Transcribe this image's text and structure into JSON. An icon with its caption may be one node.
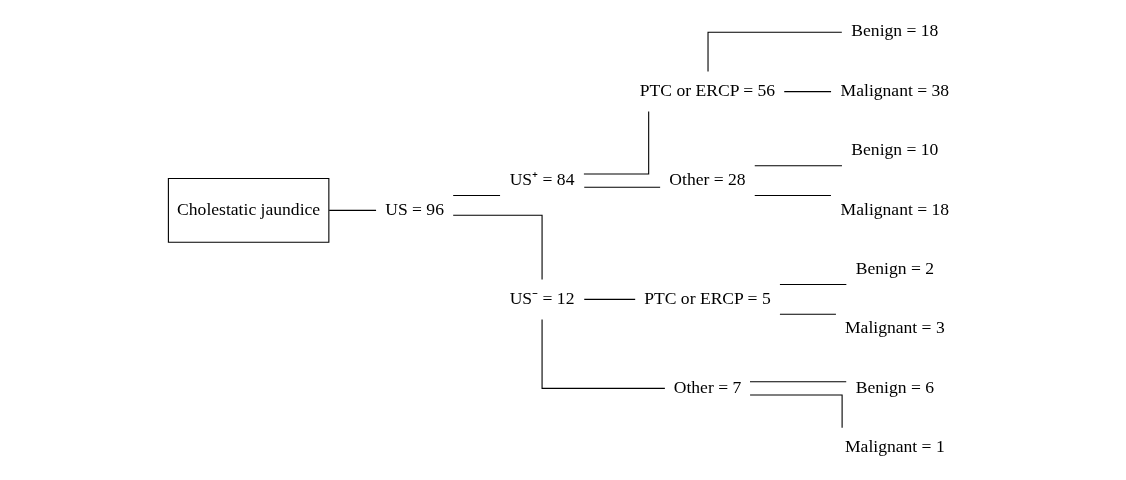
{
  "diagram": {
    "nodes": [
      {
        "text": [
          "Cholestatic jaundice"
        ]
      },
      {
        "text": [
          "US = 96"
        ]
      },
      {
        "text": [
          "US⁺ = 84"
        ]
      },
      {
        "text": [
          "US⁻ = 12"
        ]
      },
      {
        "text": [
          "PTC or ERCP = 56"
        ]
      },
      {
        "text": [
          "Other = 28"
        ]
      },
      {
        "text": [
          "PTC or ERCP = 5"
        ]
      },
      {
        "text": [
          "Other = 7"
        ]
      },
      {
        "text": [
          "Benign = 18"
        ]
      },
      {
        "text": [
          "Malignant = 38"
        ]
      },
      {
        "text": [
          "Benign = 10"
        ]
      },
      {
        "text": [
          "Malignant = 18"
        ]
      },
      {
        "text": [
          "Benign = 2"
        ]
      },
      {
        "text": [
          "Malignant = 3"
        ]
      },
      {
        "text": [
          "Benign = 6"
        ]
      },
      {
        "text": [
          "Malignant = 1"
        ]
      }
    ],
    "edges": [
      {
        "from": 0,
        "to": 1,
        "arrow": "none"
      },
      {
        "from": 1,
        "to": 2,
        "arrow": "none"
      },
      {
        "from": 1,
        "to": 3,
        "arrow": "none"
      },
      {
        "from": 2,
        "to": 4,
        "arrow": "none"
      },
      {
        "from": 2,
        "to": 5,
        "arrow": "none"
      },
      {
        "from": 3,
        "to": 6,
        "arrow": "none"
      },
      {
        "from": 3,
        "to": 7,
        "arrow": "none"
      },
      {
        "from": 4,
        "to": 8,
        "arrow": "none"
      },
      {
        "from": 4,
        "to": 9,
        "arrow": "none"
      },
      {
        "from": 5,
        "to": 10,
        "arrow": "none"
      },
      {
        "from": 5,
        "to": 11,
        "arrow": "none"
      },
      {
        "from": 6,
        "to": 12,
        "arrow": "none"
      },
      {
        "from": 6,
        "to": 13,
        "arrow": "none"
      },
      {
        "from": 7,
        "to": 14,
        "arrow": "none"
      },
      {
        "from": 7,
        "to": 15,
        "arrow": "none"
      }
    ]
  }
}
